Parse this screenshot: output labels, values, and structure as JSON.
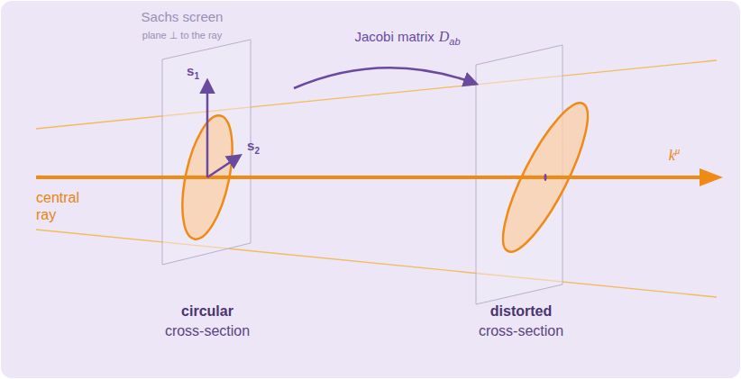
{
  "diagram": {
    "labels": [
      "Sachs screen",
      "plane ⊥ to the ray",
      "Jacobi matrix",
      "D",
      "ab",
      "s",
      "1",
      "s",
      "2",
      "k",
      "μ",
      "central ray",
      "circular",
      "cross-section",
      "distorted",
      "cross-section"
    ]
  }
}
